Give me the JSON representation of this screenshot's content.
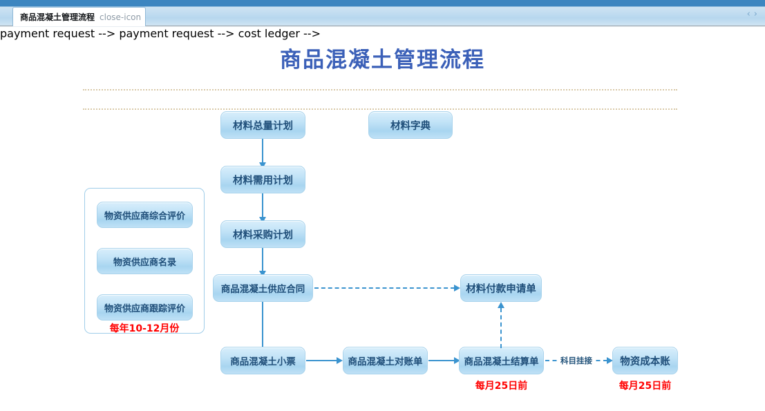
{
  "window": {
    "tab": {
      "label": "商品混凝土管理流程",
      "close_icon": "close-icon"
    },
    "nav": {
      "prev_icon": "‹",
      "next_icon": "›"
    }
  },
  "page": {
    "title": "商品混凝土管理流程"
  },
  "diagram": {
    "nodes": [
      {
        "id": "material_total_plan",
        "label": "材料总量计划"
      },
      {
        "id": "material_dictionary",
        "label": "材料字典"
      },
      {
        "id": "material_demand_plan",
        "label": "材料需用计划"
      },
      {
        "id": "material_purchase_plan",
        "label": "材料采购计划"
      },
      {
        "id": "concrete_supply_contract",
        "label": "商品混凝土供应合同"
      },
      {
        "id": "material_payment_request",
        "label": "材料付款申请单"
      },
      {
        "id": "concrete_ticket",
        "label": "商品混凝土小票"
      },
      {
        "id": "concrete_statement",
        "label": "商品混凝土对账单"
      },
      {
        "id": "concrete_settlement",
        "label": "商品混凝土结算单"
      },
      {
        "id": "material_cost_ledger",
        "label": "物资成本账"
      }
    ],
    "group_panel": {
      "items": [
        {
          "id": "supplier_overall_eval",
          "label": "物资供应商综合评价"
        },
        {
          "id": "supplier_directory",
          "label": "物资供应商名录"
        },
        {
          "id": "supplier_tracking_eval",
          "label": "物资供应商跟踪评价"
        }
      ],
      "note": "每年10-12月份"
    },
    "edge_labels": [
      {
        "id": "account_link",
        "label": "科目挂接"
      }
    ],
    "notes": [
      {
        "id": "settlement_note",
        "label": "每月25日前"
      },
      {
        "id": "ledger_note",
        "label": "每月25日前"
      }
    ],
    "colors": {
      "title": "#3b60b8",
      "node_border": "#a9d3ec",
      "node_text": "#1f4e79",
      "connector": "#3a93cf",
      "note_red": "#ff0000",
      "dotted_rule": "#d9c9a8",
      "tab_strip": "#3d86c0"
    }
  }
}
